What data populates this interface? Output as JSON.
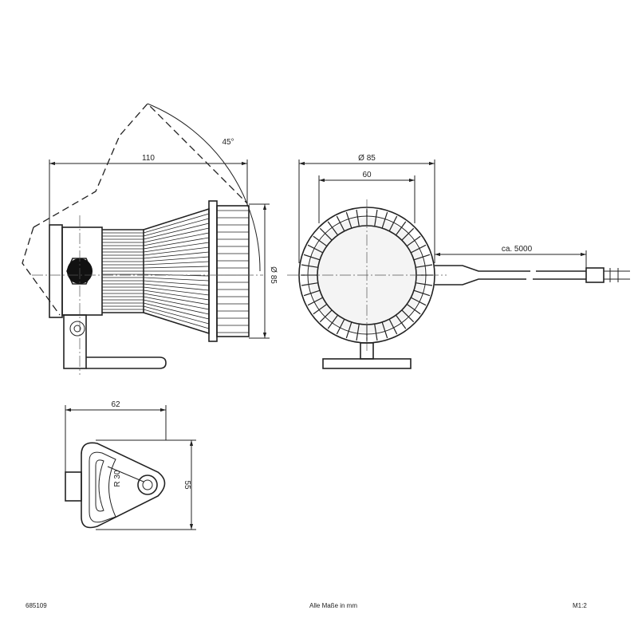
{
  "side_view": {
    "dim_width": "110",
    "dim_angle": "45°",
    "dim_diameter": "Ø 85"
  },
  "front_view": {
    "dim_diameter": "Ø 85",
    "dim_inner": "60",
    "dim_cable": "ca. 5000"
  },
  "bottom_view": {
    "dim_width": "62",
    "dim_height": "55",
    "dim_radius": "R 30"
  },
  "footer": {
    "article_number": "685109",
    "units_note": "Alle Maße in mm",
    "scale": "M1:2"
  }
}
